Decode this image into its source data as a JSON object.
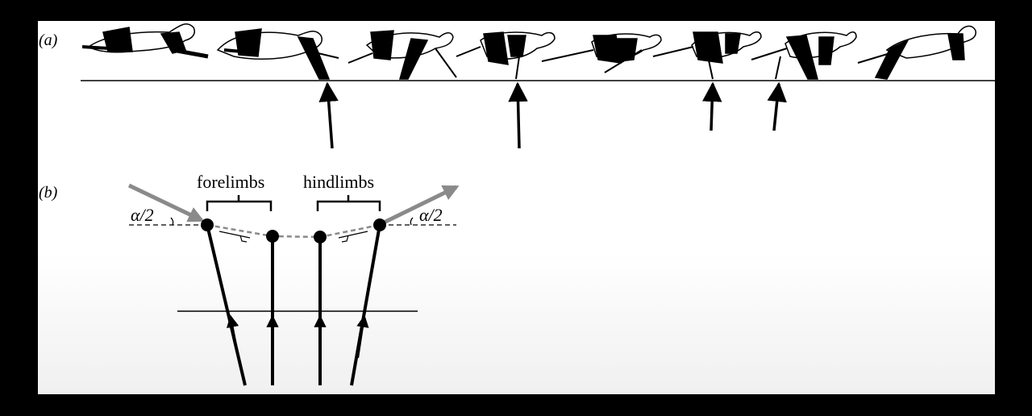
{
  "panels": {
    "a": {
      "label": "(a)"
    },
    "b": {
      "label": "(b)",
      "group_labels": [
        "forelimbs",
        "hindlimbs"
      ],
      "angle_label": "α/2"
    }
  },
  "colors": {
    "frame_bg": "#ffffff",
    "outer_bg": "#000000",
    "ink": "#000000",
    "trajectory_arrow": "#8a8a8a",
    "dashed_path": "#8a8a8a"
  }
}
